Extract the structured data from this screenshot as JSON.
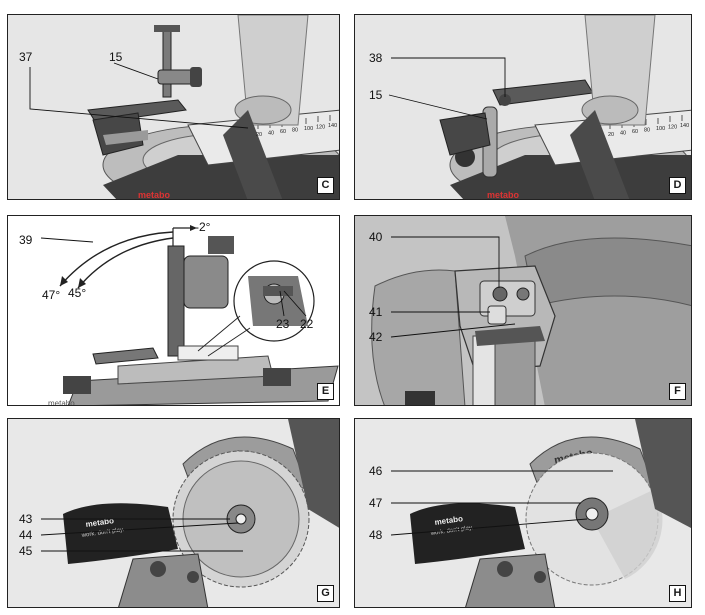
{
  "panels": {
    "c": {
      "letter": "C",
      "callouts": [
        "37",
        "15"
      ]
    },
    "d": {
      "letter": "D",
      "callouts": [
        "38",
        "15"
      ]
    },
    "e": {
      "letter": "E",
      "callouts": [
        "39",
        "-2°",
        "47°",
        "45°",
        "23",
        "22"
      ]
    },
    "f": {
      "letter": "F",
      "callouts": [
        "40",
        "41",
        "42"
      ]
    },
    "g": {
      "letter": "G",
      "callouts": [
        "43",
        "44",
        "45"
      ]
    },
    "h": {
      "letter": "H",
      "callouts": [
        "46",
        "47",
        "48"
      ]
    }
  },
  "brand": {
    "name": "metabo",
    "slogan": "work. don't play."
  },
  "scale_ticks": [
    "20",
    "40",
    "60",
    "80",
    "100",
    "120",
    "140"
  ],
  "colors": {
    "frame": "#222222",
    "metal": "#9a9a9a",
    "dark": "#3a3a3a",
    "handle": "#5a5a5a"
  }
}
